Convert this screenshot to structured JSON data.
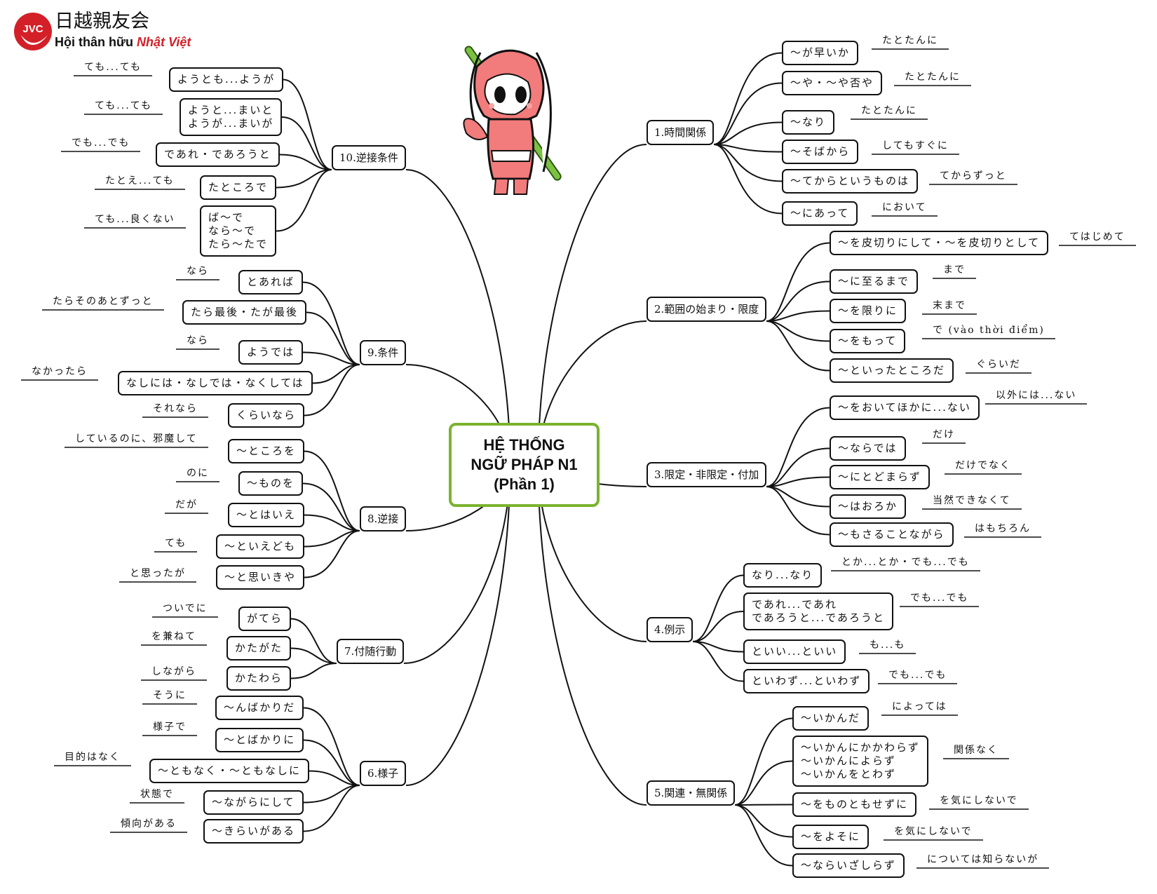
{
  "logo": {
    "mark_text": "JVC",
    "japanese": "日越親友会",
    "vietnamese_prefix": "Hội thân hữu ",
    "vietnamese_highlight": "Nhật Việt",
    "red": "#d32028"
  },
  "center": {
    "line1": "HỆ THỐNG",
    "line2": "NGỮ PHÁP N1",
    "line3": "(Phần 1)",
    "border_color": "#7ab32e"
  },
  "mascot": {
    "icon": "ninja-rabbit-mascot-icon"
  },
  "branches": {
    "b1": {
      "label": "1.時間関係",
      "items": [
        {
          "label": "〜が早いか",
          "note": "たとたんに"
        },
        {
          "label": "〜や・〜や否や",
          "note": "たとたんに"
        },
        {
          "label": "〜なり",
          "note": "たとたんに"
        },
        {
          "label": "〜そばから",
          "note": "してもすぐに"
        },
        {
          "label": "〜てからというものは",
          "note": "てからずっと"
        },
        {
          "label": "〜にあって",
          "note": "において"
        }
      ]
    },
    "b2": {
      "label": "2.範囲の始まり・限度",
      "items": [
        {
          "label": "〜を皮切りにして・〜を皮切りとして",
          "note": "てはじめて"
        },
        {
          "label": "〜に至るまで",
          "note": "まで"
        },
        {
          "label": "〜を限りに",
          "note": "末まで"
        },
        {
          "label": "〜をもって",
          "note": "で (vào thời điểm)"
        },
        {
          "label": "〜といったところだ",
          "note": "ぐらいだ"
        }
      ]
    },
    "b3": {
      "label": "3.限定・非限定・付加",
      "items": [
        {
          "label": "〜をおいてほかに...ない",
          "note": "以外には...ない"
        },
        {
          "label": "〜ならでは",
          "note": "だけ"
        },
        {
          "label": "〜にとどまらず",
          "note": "だけでなく"
        },
        {
          "label": "〜はおろか",
          "note": "当然できなくて"
        },
        {
          "label": "〜もさることながら",
          "note": "はもちろん"
        }
      ]
    },
    "b4": {
      "label": "4.例示",
      "items": [
        {
          "label": "なり...なり",
          "note": "とか...とか・でも...でも"
        },
        {
          "label": "であれ...であれ\nであろうと...であろうと",
          "note": "でも...でも"
        },
        {
          "label": "といい...といい",
          "note": "も...も"
        },
        {
          "label": "といわず...といわず",
          "note": "でも...でも"
        }
      ]
    },
    "b5": {
      "label": "5.関連・無関係",
      "items": [
        {
          "label": "〜いかんだ",
          "note": "によっては"
        },
        {
          "label": "〜いかんにかかわらず\n〜いかんによらず\n〜いかんをとわず",
          "note": "関係なく"
        },
        {
          "label": "〜をものともせずに",
          "note": "を気にしないで"
        },
        {
          "label": "〜をよそに",
          "note": "を気にしないで"
        },
        {
          "label": "〜ならいざしらず",
          "note": "については知らないが"
        }
      ]
    },
    "b6": {
      "label": "6.様子",
      "items": [
        {
          "label": "〜んばかりだ",
          "note": "そうに"
        },
        {
          "label": "〜とばかりに",
          "note": "様子で"
        },
        {
          "label": "〜ともなく・〜ともなしに",
          "note": "目的はなく"
        },
        {
          "label": "〜ながらにして",
          "note": "状態で"
        },
        {
          "label": "〜きらいがある",
          "note": "傾向がある"
        }
      ]
    },
    "b7": {
      "label": "7.付随行動",
      "items": [
        {
          "label": "がてら",
          "note": "ついでに"
        },
        {
          "label": "かたがた",
          "note": "を兼ねて"
        },
        {
          "label": "かたわら",
          "note": "しながら"
        }
      ]
    },
    "b8": {
      "label": "8.逆接",
      "items": [
        {
          "label": "〜ところを",
          "note": "しているのに、邪魔して"
        },
        {
          "label": "〜ものを",
          "note": "のに"
        },
        {
          "label": "〜とはいえ",
          "note": "だが"
        },
        {
          "label": "〜といえども",
          "note": "ても"
        },
        {
          "label": "〜と思いきや",
          "note": "と思ったが"
        }
      ]
    },
    "b9": {
      "label": "9.条件",
      "items": [
        {
          "label": "とあれば",
          "note": "なら"
        },
        {
          "label": "たら最後・たが最後",
          "note": "たらそのあとずっと"
        },
        {
          "label": "ようでは",
          "note": "なら"
        },
        {
          "label": "なしには・なしでは・なくしては",
          "note": "なかったら"
        },
        {
          "label": "くらいなら",
          "note": "それなら"
        }
      ]
    },
    "b10": {
      "label": "10.逆接条件",
      "items": [
        {
          "label": "ようとも...ようが",
          "note": "ても...ても"
        },
        {
          "label": "ようと...まいと\nようが...まいが",
          "note": "ても...ても"
        },
        {
          "label": "であれ・であろうと",
          "note": "でも...でも"
        },
        {
          "label": "たところで",
          "note": "たとえ...ても"
        },
        {
          "label": "ば〜で\nなら〜で\nたら〜たで",
          "note": "ても...良くない"
        }
      ]
    }
  }
}
